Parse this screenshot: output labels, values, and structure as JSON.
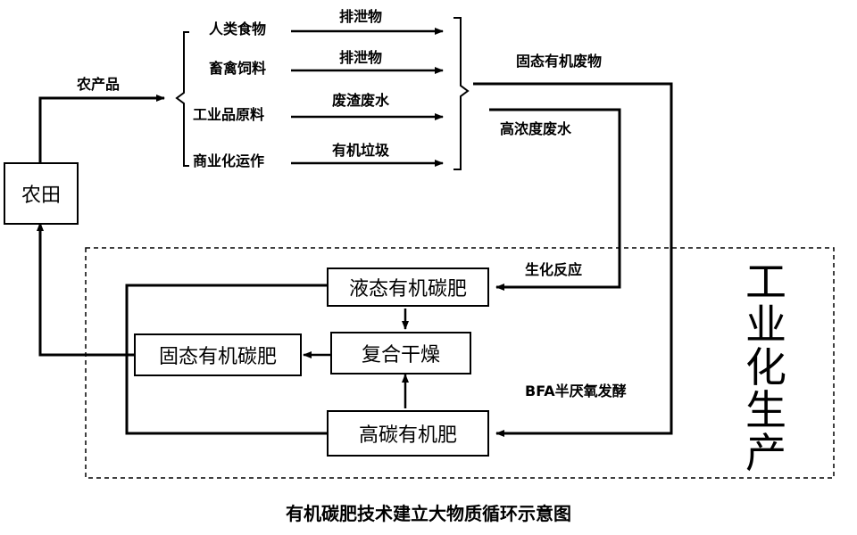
{
  "diagram": {
    "farmland": "农田",
    "agri_products": "农产品",
    "uses": [
      {
        "label": "人类食物",
        "output": "排泄物"
      },
      {
        "label": "畜禽饲料",
        "output": "排泄物"
      },
      {
        "label": "工业品原料",
        "output": "废渣废水"
      },
      {
        "label": "商业化运作",
        "output": "有机垃圾"
      }
    ],
    "solid_waste": "固态有机废物",
    "high_conc_wastewater": "高浓度废水",
    "biochem_reaction": "生化反应",
    "bfa_fermentation": "BFA半厌氧发酵",
    "liquid_fertilizer": "液态有机碳肥",
    "compound_drying": "复合干燥",
    "solid_fertilizer": "固态有机碳肥",
    "high_carbon_fertilizer": "高碳有机肥",
    "industrial_production": [
      "工",
      "业",
      "化",
      "生",
      "产"
    ],
    "caption": "有机碳肥技术建立大物质循环示意图"
  }
}
